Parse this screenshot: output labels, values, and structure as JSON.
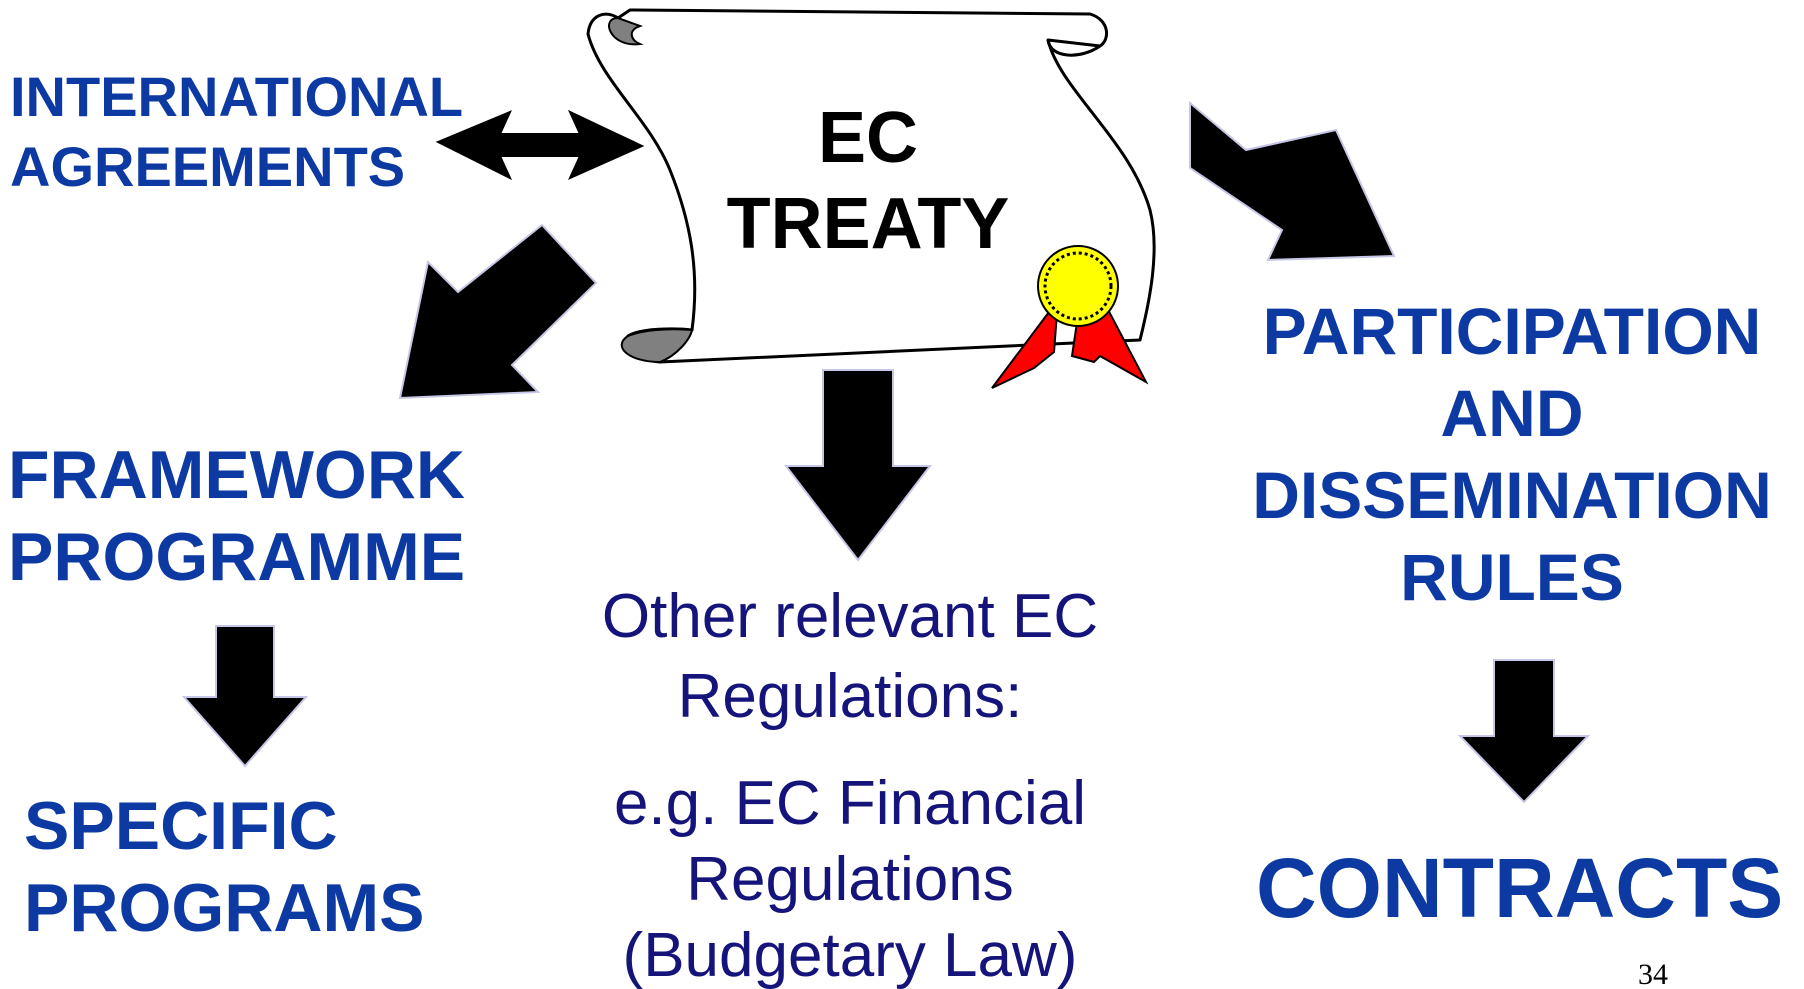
{
  "center": {
    "title_lines": [
      "EC",
      "TREATY"
    ]
  },
  "left": {
    "international_lines": [
      "INTERNATIONAL",
      "AGREEMENTS"
    ],
    "framework_lines": [
      "FRAMEWORK",
      "PROGRAMME"
    ],
    "specific_lines": [
      "SPECIFIC",
      "PROGRAMS"
    ]
  },
  "middle": {
    "regulations_lines": [
      "Other relevant EC",
      "Regulations:"
    ],
    "example_lines": [
      "e.g. EC Financial",
      "Regulations",
      "(Budgetary Law)"
    ]
  },
  "right": {
    "participation_lines": [
      "PARTICIPATION",
      "AND",
      "DISSEMINATION",
      "RULES"
    ],
    "contracts": "CONTRACTS"
  },
  "page_number": "34",
  "colors": {
    "label_blue": "#0d3aa2",
    "regulation_text": "#14147a",
    "arrow": "#000000",
    "scroll_shadow": "#808080",
    "seal_gold": "#ffff00",
    "ribbon_red": "#ff0000"
  },
  "icons": [
    "scroll-icon",
    "seal-ribbon-icon",
    "double-arrow-icon",
    "block-arrow-icon"
  ]
}
